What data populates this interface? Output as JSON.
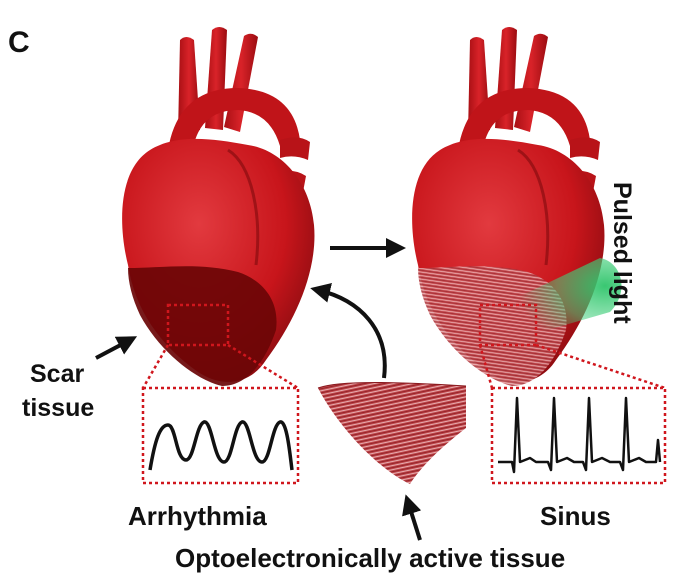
{
  "panel_letter": "C",
  "labels": {
    "scar_line1": "Scar",
    "scar_line2": "tissue",
    "arrhythmia": "Arrhythmia",
    "sinus": "Sinus",
    "pulsed_light": "Pulsed light",
    "opto_tissue": "Optoelectronically active tissue"
  },
  "colors": {
    "heart": "#c8151b",
    "heart_dark": "#8e0d11",
    "scar": "#6b0507",
    "inset_border": "#d0161d",
    "light_beam": "#2fc46a",
    "mesh": "#b8474d",
    "text": "#111111"
  },
  "icons": {
    "arrow_between_hearts": "right-arrow",
    "curved_arrow": "curved-up-arrow",
    "pointer_arrows": "pointer-arrow"
  }
}
